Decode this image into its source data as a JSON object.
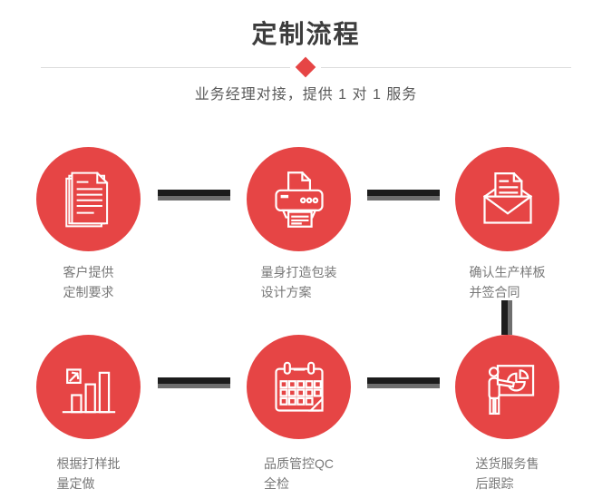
{
  "header": {
    "title": "定制流程",
    "subtitle": "业务经理对接，提供 1 对 1 服务",
    "diamond_icon": "diamond-icon",
    "accent_color": "#e64545",
    "divider_color": "#dcdcdc"
  },
  "flow": {
    "circle_color": "#e64545",
    "icon_stroke_color": "#ffffff",
    "connector_black": "#1c1c1c",
    "connector_gray": "#6e6e6e",
    "steps": [
      {
        "icon": "documents-icon",
        "label": "客户提供\n定制要求"
      },
      {
        "icon": "printer-icon",
        "label": "量身打造包装\n设计方案"
      },
      {
        "icon": "envelope-icon",
        "label": "确认生产样板\n并签合同"
      },
      {
        "icon": "bar-chart-icon",
        "label": "根据打样批\n量定做"
      },
      {
        "icon": "calendar-icon",
        "label": "品质管控QC\n全检"
      },
      {
        "icon": "presenter-icon",
        "label": "送货服务售\n后跟踪"
      }
    ]
  }
}
